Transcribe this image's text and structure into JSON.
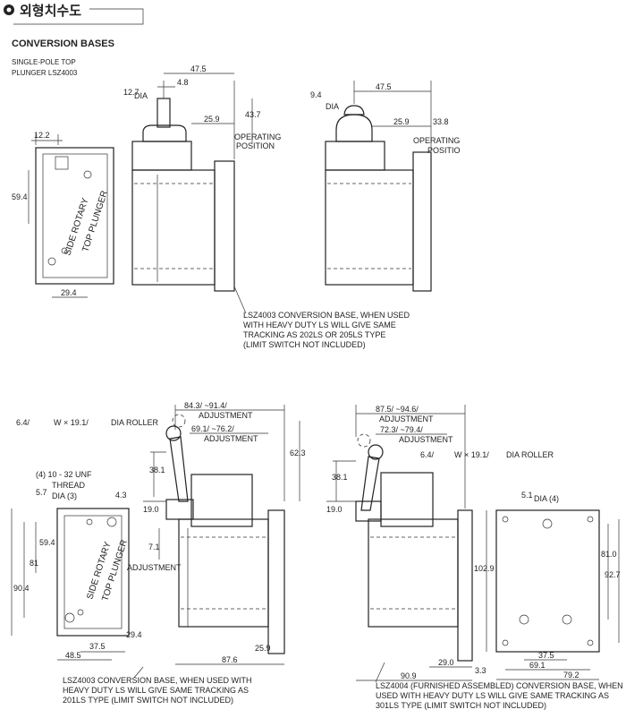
{
  "header": {
    "title": "외형치수도",
    "section_title": "CONVERSION BASES"
  },
  "sub_line1": "SINGLE-POLE TOP",
  "sub_line2": "PLUNGER LSZ4003",
  "top": {
    "left_face": {
      "d_12_2": "12.2",
      "d_59_4": "59.4",
      "d_29_4": "29.4",
      "side_rotary": "SIDE ROTARY",
      "top_plunger": "TOP PLUNGER"
    },
    "mid": {
      "d_47_5": "47.5",
      "d_4_8": "4.8",
      "d_12_7": "12.7",
      "dia": "DIA",
      "d_25_9": "25.9",
      "d_43_7": "43.7",
      "op1": "OPERATING",
      "op2": "POSITION"
    },
    "right": {
      "d_47_5": "47.5",
      "d_9_4": "9.4",
      "dia": "DIA",
      "d_25_9": "25.9",
      "d_33_8": "33.8",
      "op1": "OPERATING",
      "op2": "POSITIO"
    },
    "note1": "LSZ4003  CONVERSION BASE, WHEN USED",
    "note2": "WITH HEAVY DUTY LS WILL GIVE SAME",
    "note3": "TRACKING AS 202LS OR 205LS TYPE",
    "note4": "(LIMIT SWITCH NOT INCLUDED)"
  },
  "bottom_left": {
    "w_64": "6.4/",
    "w_19": "W × 19.1/",
    "dia_roller": "DIA ROLLER",
    "adj_84": "84.3/ ~91.4/",
    "adj_label": "ADJUSTMENT",
    "adj_69": "69.1/  ~76.2/",
    "adj_label2": "ADJUSTMENT",
    "d_62_3": "62.3",
    "d_38_1": "38.1",
    "d_19_0": "19.0",
    "d_7_1": "7.1",
    "adjust_side": "ADJUSTMENT",
    "thread1": "(4) 10 - 32 UNF",
    "thread2": "THREAD",
    "d_5_7": "5.7",
    "dia3": "DIA (3)",
    "d_4_3": "4.3",
    "d_59_4": "59.4",
    "d_81": "81",
    "d_90_4": "90.4",
    "side_rotary": "SIDE ROTARY",
    "top_plunger": "TOP PLUNGER",
    "d_37_5": "37.5",
    "d_48_5": "48.5",
    "d_29_4": "29.4",
    "d_87_6": "87.6",
    "d_25_9": "25.9",
    "note1": "LSZ4003  CONVERSION BASE, WHEN USED WITH",
    "note2": "HEAVY DUTY LS WILL GIVE SAME TRACKING AS",
    "note3": "201LS TYPE (LIMIT SWITCH NOT INCLUDED)"
  },
  "bottom_right": {
    "adj_87": "87.5/  ~94.6/",
    "adj_label": "ADJUSTMENT",
    "adj_72": "72.3/  ~79.4/",
    "adj_label2": "ADJUSTMENT",
    "w_64": "6.4/",
    "w_19": "W × 19.1/",
    "dia_roller": "DIA ROLLER",
    "d_38_1": "38.1",
    "d_19_0": "19.0",
    "d_5_1": "5.1",
    "dia4": "DIA (4)",
    "d_81_0": "81.0",
    "d_102_9": "102.9",
    "d_92_7": "92.7",
    "d_3_3": "3.3",
    "d_37_5": "37.5",
    "d_69_1": "69.1",
    "d_79_2": "79.2",
    "d_90_9": "90.9",
    "d_29_0": "29.0",
    "note1": "LSZ4004 (FURNISHED ASSEMBLED) CONVERSION BASE, WHEN",
    "note2": "USED WITH HEAVY DUTY LS WILL GIVE SAME TRACKING AS",
    "note3": "301LS TYPE (LIMIT SWITCH NOT INCLUDED)"
  }
}
